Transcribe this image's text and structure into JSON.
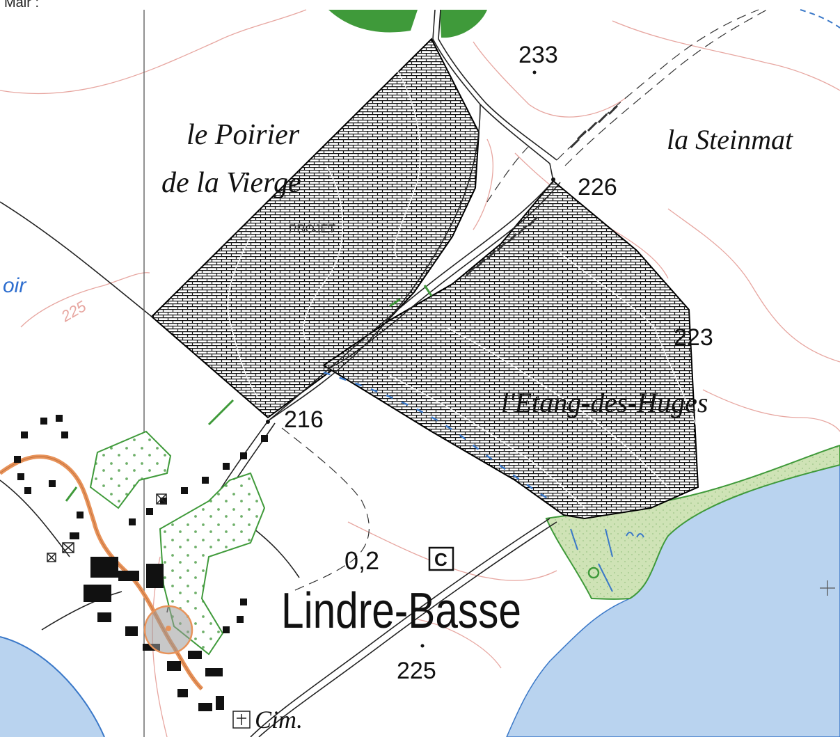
{
  "header_text": "Mair :",
  "places": {
    "poirier_line1": "le Poirier",
    "poirier_line2": "de la Vierge",
    "steinmat": "la Steinmat",
    "etang": "l'Etang-des-Huges",
    "village": "Lindre-Basse",
    "cim": "Cim.",
    "water_partial": "oir"
  },
  "project_label": "PROJET",
  "elevations": {
    "e233": "233",
    "e226": "226",
    "e223": "223",
    "e216": "216",
    "e225_bottom": "225",
    "e225_left": "225"
  },
  "distance_label": "0,2",
  "camping_symbol": "C",
  "colors": {
    "contour": "#e7a6a0",
    "lake": "#b9d3ef",
    "lake_edge": "#3a78c8",
    "vegetation": "#3f9a3a",
    "meadow": "#cfe3b6",
    "hatch": "#111111",
    "road_orange": "#e8935a"
  }
}
